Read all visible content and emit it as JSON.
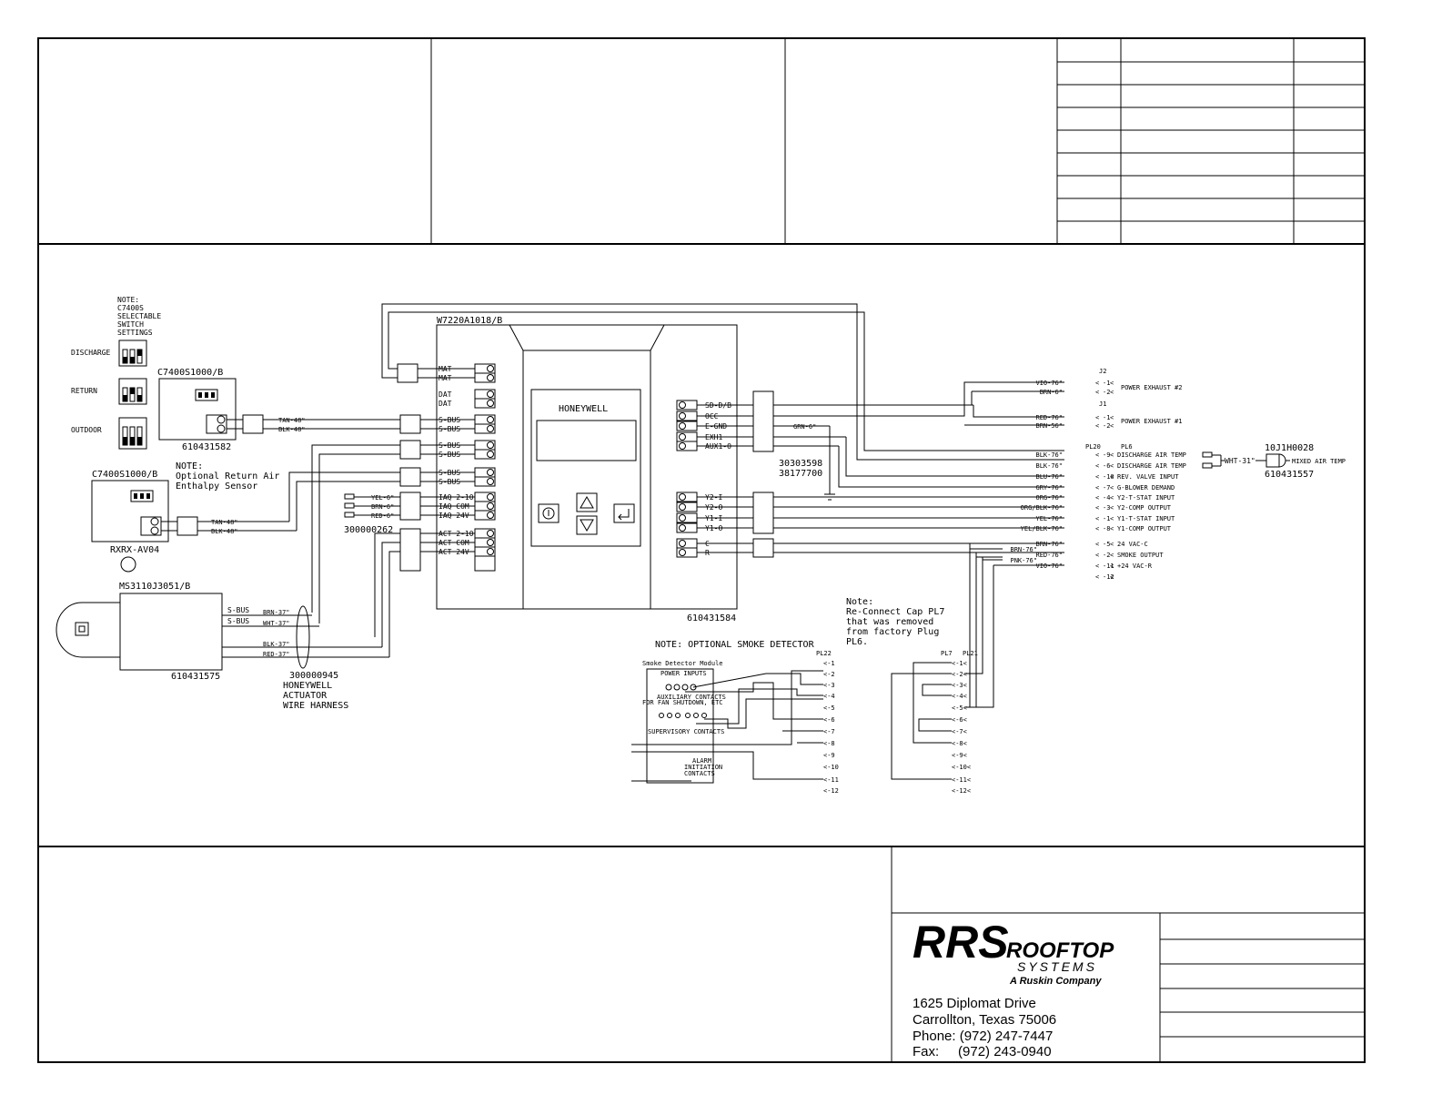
{
  "controller": {
    "model": "W7220A1018/B",
    "part": "610431584",
    "brand": "HONEYWELL",
    "left_terminals": [
      "MAT",
      "MAT",
      "DAT",
      "DAT",
      "S-BUS",
      "S-BUS",
      "S-BUS",
      "S-BUS",
      "S-BUS",
      "S-BUS",
      "IAQ 2-10",
      "IAQ COM",
      "IAQ 24V",
      "ACT 2-10",
      "ACT COM",
      "ACT 24V"
    ],
    "right_terminals_top": [
      "SD-D/B",
      "OCC",
      "E-GND",
      "EXH1",
      "AUX1-O"
    ],
    "right_terminals_mid": [
      "Y2-I",
      "Y2-O",
      "Y1-I",
      "Y1-O"
    ],
    "right_terminals_bot": [
      "C",
      "R"
    ]
  },
  "note_switch": {
    "lines": [
      "NOTE:",
      "C7400S",
      "SELECTABLE",
      "SWITCH",
      "SETTINGS"
    ]
  },
  "switch_settings": [
    "DISCHARGE",
    "RETURN",
    "OUTDOOR"
  ],
  "sensor1": {
    "model": "C7400S1000/B",
    "part": "610431582",
    "wire1": "TAN-48\"",
    "wire2": "BLK-48\""
  },
  "sensor2": {
    "model": "C7400S1000/B",
    "note": [
      "NOTE:",
      "Optional Return Air",
      "Enthalpy Sensor"
    ],
    "part": "RXRX-AV04",
    "wire1": "TAN-48\"",
    "wire2": "BLK-48\""
  },
  "iaq": {
    "wires": [
      "YEL-6\"",
      "BRN-6\"",
      "RED-6\""
    ],
    "part": "300000262"
  },
  "actuator": {
    "model": "MS3110J3051/B",
    "part": "610431575",
    "sbus1": "S-BUS",
    "sbus2": "S-BUS",
    "wires": [
      "BRN-37\"",
      "WHT-37\"",
      "BLK-37\"",
      "RED-37\""
    ],
    "harness": [
      "300000945",
      "HONEYWELL",
      "ACTUATOR",
      "WIRE HARNESS"
    ]
  },
  "ground": {
    "wire": "GRN-6\"",
    "parts": [
      "30303598",
      "38177700"
    ]
  },
  "right_wires": {
    "j2": {
      "label": "J2",
      "wires": [
        "VIO-76\"",
        "BRN-6\""
      ],
      "pins": [
        "1",
        "2"
      ],
      "desc": "POWER EXHAUST #2"
    },
    "j1": {
      "label": "J1",
      "wires": [
        "RED-76\"",
        "BRN-56\""
      ],
      "pins": [
        "1",
        "2"
      ],
      "desc": "POWER EXHAUST #1"
    },
    "pl20_label": "PL20",
    "pl6_label": "PL6",
    "pl6": [
      {
        "wire": "BLK-76\"",
        "pin": "9",
        "desc": "DISCHARGE AIR TEMP"
      },
      {
        "wire": "BLK-76\"",
        "pin": "6",
        "desc": "DISCHARGE AIR TEMP"
      },
      {
        "wire": "BLU-76\"",
        "pin": "10",
        "desc": "REV. VALVE INPUT"
      },
      {
        "wire": "GRY-76\"",
        "pin": "7",
        "desc": "G-BLOWER DEMAND"
      },
      {
        "wire": "ORG-76\"",
        "pin": "4",
        "desc": "Y2-T-STAT INPUT"
      },
      {
        "wire": "ORG/BLK-76\"",
        "pin": "3",
        "desc": "Y2-COMP OUTPUT"
      },
      {
        "wire": "YEL-76\"",
        "pin": "1",
        "desc": "Y1-T-STAT INPUT"
      },
      {
        "wire": "YEL/BLK-76\"",
        "pin": "8",
        "desc": "Y1-COMP OUTPUT"
      },
      {
        "wire": "BRN-76\"",
        "pin": "5",
        "desc": "24 VAC-C"
      },
      {
        "wire": "RED-76\"",
        "pin": "2",
        "desc": "SMOKE OUTPUT"
      },
      {
        "wire": "VIO-76\"",
        "pin": "11",
        "desc": "+24 VAC-R"
      },
      {
        "wire": "",
        "pin": "12",
        "desc": ""
      }
    ],
    "extra_wires": [
      "BRN-76\"",
      "PNK-76\""
    ]
  },
  "mixed_air": {
    "part": "10J1H0028",
    "wire": "WHT-31\"",
    "desc": "MIXED AIR TEMP",
    "part2": "610431557"
  },
  "note_pl7": [
    "Note:",
    "Re-Connect Cap PL7",
    "that was removed",
    "from factory Plug",
    "PL6."
  ],
  "smoke": {
    "title": "NOTE: OPTIONAL SMOKE DETECTOR",
    "module": "Smoke Detector Module",
    "power": "POWER INPUTS",
    "aux": [
      "AUXILIARY CONTACTS",
      "FOR FAN SHUTDOWN, ETC"
    ],
    "supervisory": "SUPERVISORY CONTACTS",
    "alarm": [
      "ALARM",
      "INITIATION",
      "CONTACTS"
    ],
    "pl22_label": "PL22",
    "pl22_pins": [
      "1",
      "2",
      "3",
      "4",
      "5",
      "6",
      "7",
      "8",
      "9",
      "10",
      "11",
      "12"
    ]
  },
  "pl7_pl21": {
    "pl7": "PL7",
    "pl21": "PL21",
    "pins": [
      "1",
      "2",
      "3",
      "4",
      "5",
      "6",
      "7",
      "8",
      "9",
      "10",
      "11",
      "12"
    ]
  },
  "company": {
    "logo_big": "RRS",
    "logo_rooftop": "ROOFTOP",
    "logo_systems": "SYSTEMS",
    "logo_sub": "A Ruskin Company",
    "address1": "1625 Diplomat Drive",
    "address2": "Carrollton, Texas 75006",
    "phone": "Phone: (972) 247-7447",
    "fax": "Fax:     (972) 243-0940"
  }
}
